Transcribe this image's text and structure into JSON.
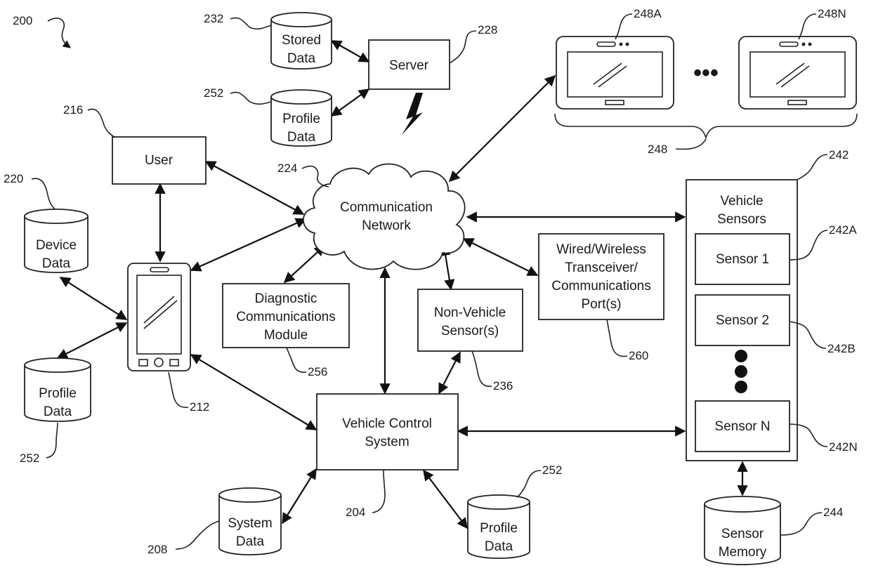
{
  "figure_ref": "200",
  "boxes": {
    "user": "User",
    "server": "Server",
    "diagnostic": [
      "Diagnostic",
      "Communications",
      "Module"
    ],
    "non_vehicle": [
      "Non-Vehicle",
      "Sensor(s)"
    ],
    "transceiver": [
      "Wired/Wireless",
      "Transceiver/",
      "Communications",
      "Port(s)"
    ],
    "vehicle_control": [
      "Vehicle Control",
      "System"
    ],
    "vehicle_sensors": [
      "Vehicle",
      "Sensors"
    ],
    "sensor_1": "Sensor 1",
    "sensor_2": "Sensor 2",
    "sensor_n": "Sensor N"
  },
  "cloud": [
    "Communication",
    "Network"
  ],
  "databases": {
    "stored": [
      "Stored",
      "Data"
    ],
    "profile_top": [
      "Profile",
      "Data"
    ],
    "device": [
      "Device",
      "Data"
    ],
    "profile_left": [
      "Profile",
      "Data"
    ],
    "system": [
      "System",
      "Data"
    ],
    "profile_bottom": [
      "Profile",
      "Data"
    ],
    "sensor_memory": [
      "Sensor",
      "Memory"
    ]
  },
  "refs": {
    "r200": "200",
    "r232": "232",
    "r228": "228",
    "r252a": "252",
    "r216": "216",
    "r224": "224",
    "r220": "220",
    "r248a": "248A",
    "r248n": "248N",
    "r248": "248",
    "r242": "242",
    "r242a": "242A",
    "r242b": "242B",
    "r242n": "242N",
    "r212": "212",
    "r252b": "252",
    "r256": "256",
    "r236": "236",
    "r260": "260",
    "r204": "204",
    "r252c": "252",
    "r208": "208",
    "r244": "244"
  },
  "ellipsis": "•••"
}
